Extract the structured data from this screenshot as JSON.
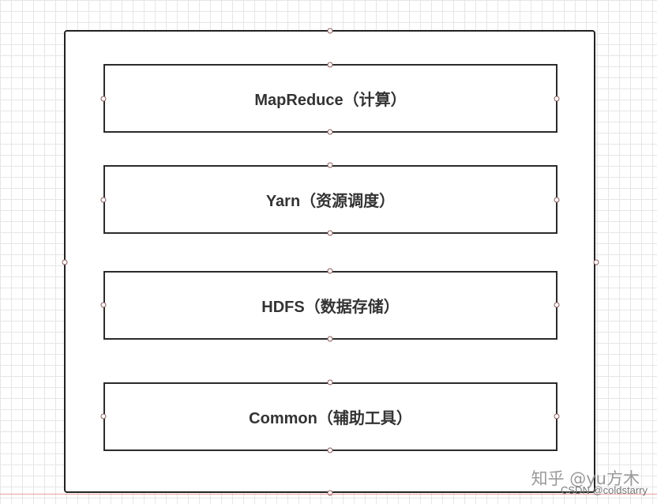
{
  "layers": [
    {
      "label": "MapReduce（计算）"
    },
    {
      "label": "Yarn（资源调度）"
    },
    {
      "label": "HDFS（数据存储）"
    },
    {
      "label": "Common（辅助工具）"
    }
  ],
  "watermark": {
    "main": "知乎 @yu方木",
    "sub": "CSDN @coldstarry"
  }
}
